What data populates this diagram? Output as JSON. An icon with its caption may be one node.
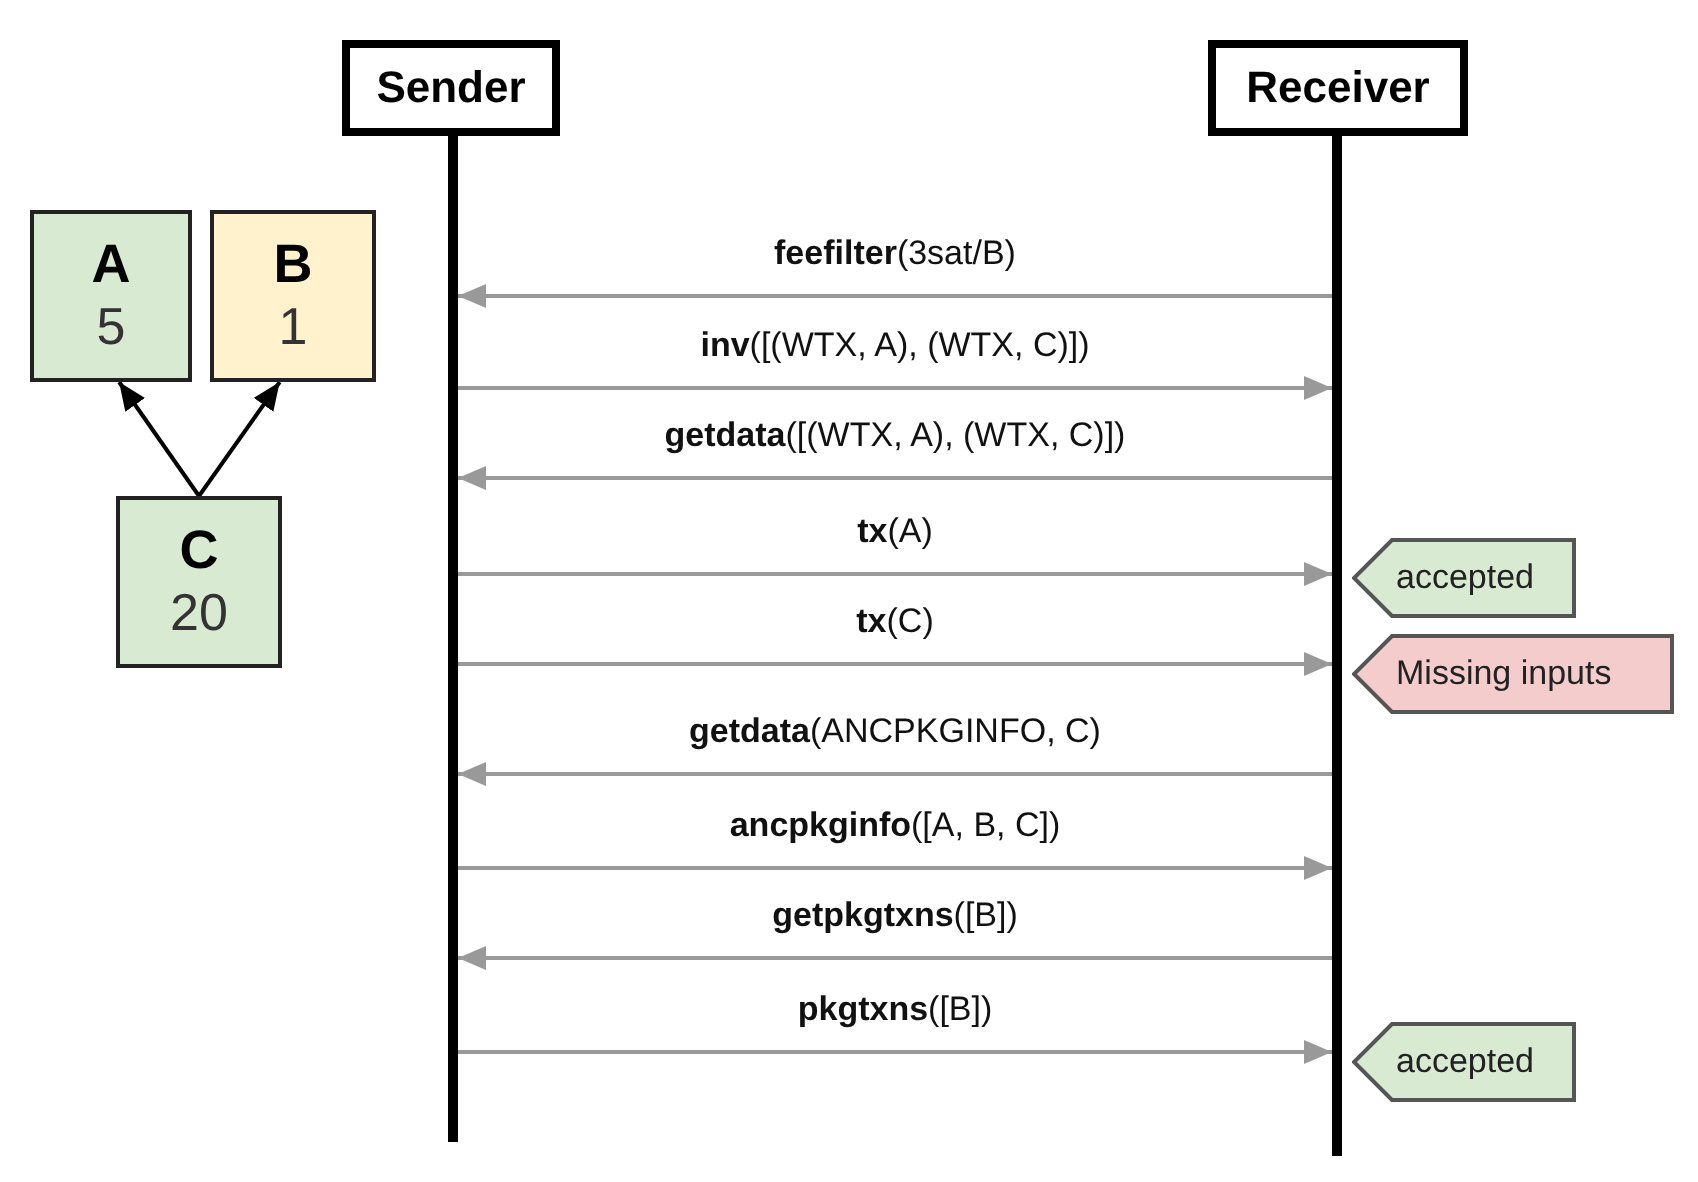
{
  "diagram": {
    "nodes": [
      {
        "text": [
          "Sender"
        ]
      },
      {
        "text": [
          "Receiver"
        ]
      },
      {
        "text": [],
        "shape": "bar"
      },
      {
        "text": [],
        "shape": "bar"
      },
      {
        "text": [
          "A",
          "5"
        ]
      },
      {
        "text": [
          "B",
          "1"
        ]
      },
      {
        "text": [
          "C",
          "20"
        ]
      },
      {
        "text": [
          "accepted"
        ]
      },
      {
        "text": [
          "Missing inputs"
        ]
      },
      {
        "text": [
          "accepted"
        ]
      }
    ],
    "edges": [
      {
        "from": 6,
        "to": 4,
        "arrow": "to",
        "color": "#000000"
      },
      {
        "from": 6,
        "to": 5,
        "arrow": "to",
        "color": "#000000"
      },
      {
        "from": 3,
        "to": 2,
        "arrow": "to",
        "label": "**feefilter**(3sat/B)"
      },
      {
        "from": 2,
        "to": 3,
        "arrow": "to",
        "label": "**inv**([(WTX, A), (WTX, C)])"
      },
      {
        "from": 3,
        "to": 2,
        "arrow": "to",
        "label": "**getdata**([(WTX, A), (WTX, C)])"
      },
      {
        "from": 2,
        "to": 3,
        "arrow": "to",
        "label": "**tx**(A)"
      },
      {
        "from": 2,
        "to": 3,
        "arrow": "to",
        "label": "**tx**(C)"
      },
      {
        "from": 3,
        "to": 2,
        "arrow": "to",
        "label": "**getdata**(ANCPKGINFO, C)"
      },
      {
        "from": 2,
        "to": 3,
        "arrow": "to",
        "label": "**ancpkginfo**([A, B, C])"
      },
      {
        "from": 3,
        "to": 2,
        "arrow": "to",
        "label": "**getpkgtxns**([B])"
      },
      {
        "from": 2,
        "to": 3,
        "arrow": "to",
        "label": "**pkgtxns**([B])"
      }
    ]
  }
}
